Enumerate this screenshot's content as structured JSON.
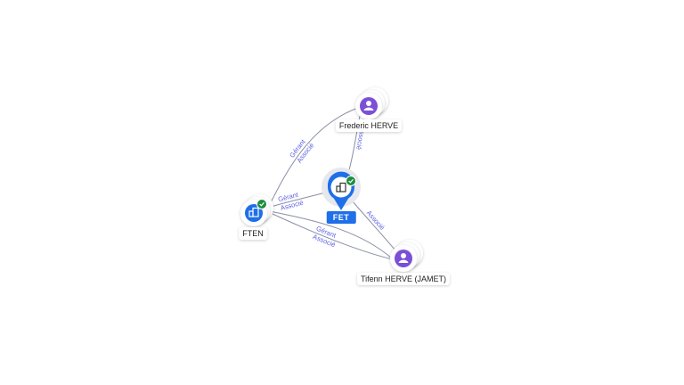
{
  "nodes": {
    "frederic": {
      "label": "Frederic HERVE",
      "type": "person"
    },
    "tifenn": {
      "label": "Tifenn HERVE (JAMET)",
      "type": "person"
    },
    "ften": {
      "label": "FTEN",
      "type": "company",
      "verified": true
    },
    "fet": {
      "label": "FET",
      "type": "company",
      "verified": true,
      "focus": true
    }
  },
  "edges": {
    "ften_frederic": {
      "role1": "Gérant",
      "role2": "Associé"
    },
    "frederic_fet": {
      "role1": "Associé"
    },
    "ften_fet": {
      "role1": "Gérant",
      "role2": "Associé"
    },
    "fet_tifenn": {
      "role1": "Associé"
    },
    "ften_tifenn": {
      "role1": "Gérant",
      "role2": "Associé"
    }
  },
  "colors": {
    "person": "#7b4fd6",
    "company": "#1f6fe8",
    "verified": "#1e8e3e",
    "edge_label": "#5b5fe0"
  }
}
